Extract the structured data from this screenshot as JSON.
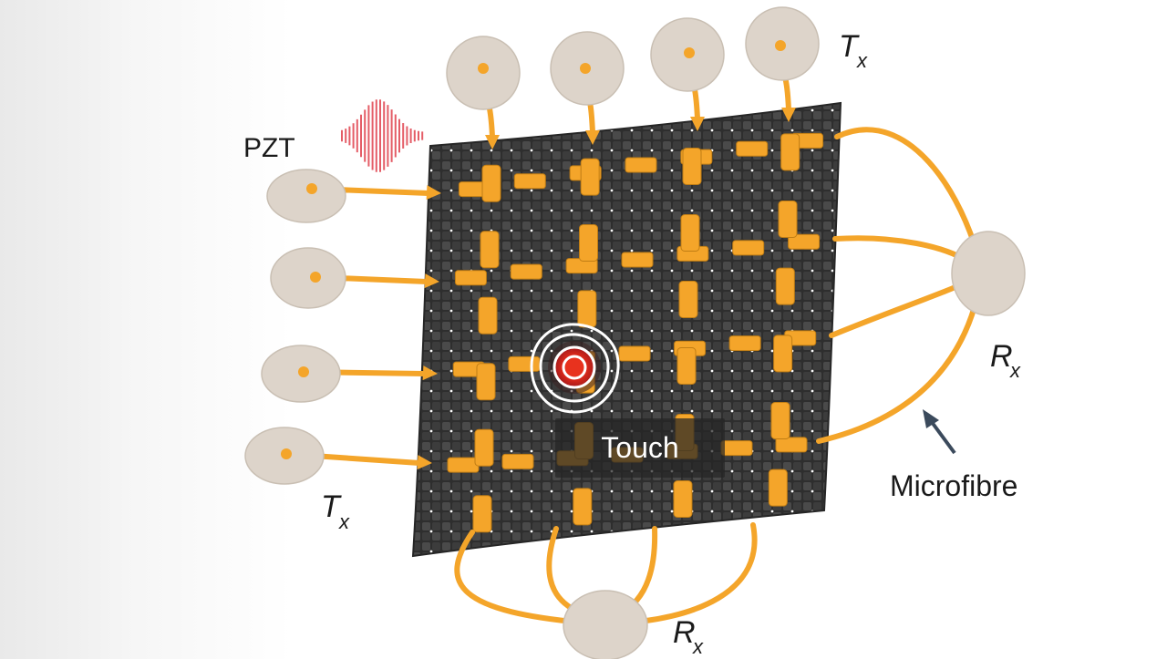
{
  "labels": {
    "tx_top": {
      "main": "T",
      "sub": "x"
    },
    "tx_left": {
      "main": "T",
      "sub": "x"
    },
    "rx_right": {
      "main": "R",
      "sub": "x"
    },
    "rx_bottom": {
      "main": "R",
      "sub": "x"
    },
    "pzt": "PZT",
    "touch": "Touch",
    "microfibre": "Microfibre"
  },
  "colors": {
    "fibre": "#f4a52a",
    "disc": "#ddd4ca",
    "fabric": "#3a3a3a",
    "signal": "#e0414d",
    "touch_core": "#e8321e",
    "arrow": "#3b4a5c"
  }
}
